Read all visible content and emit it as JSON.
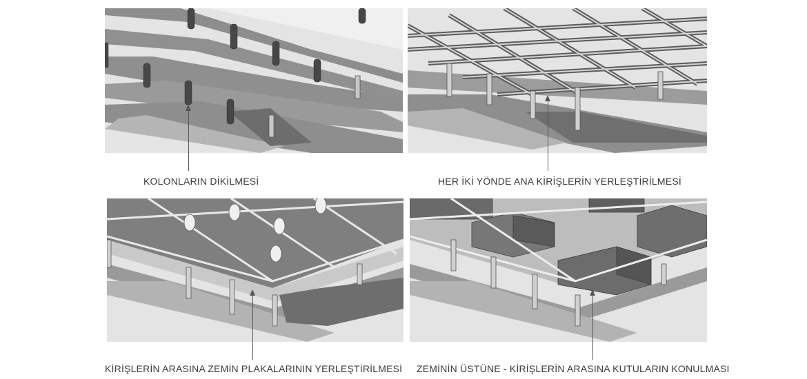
{
  "steps": [
    {
      "caption": "KOLONLARIN DİKİLMESİ"
    },
    {
      "caption": "HER İKİ YÖNDE ANA KİRİŞLERİN YERLEŞTİRİLMESİ"
    },
    {
      "caption": "KİRİŞLERİN ARASINA ZEMİN PLAKALARININ YERLEŞTİRİLMESİ"
    },
    {
      "caption": "ZEMİNİN ÜSTÜNE - KİRİŞLERİN ARASINA  KUTULARIN KONULMASI"
    }
  ],
  "colors": {
    "ground": "#e2e2e2",
    "platform": "#8e8e8e",
    "column": "#4a4a4a",
    "beam": "#b9b9b9",
    "plate": "#9a9a9a",
    "box": "#6e6e6e"
  }
}
